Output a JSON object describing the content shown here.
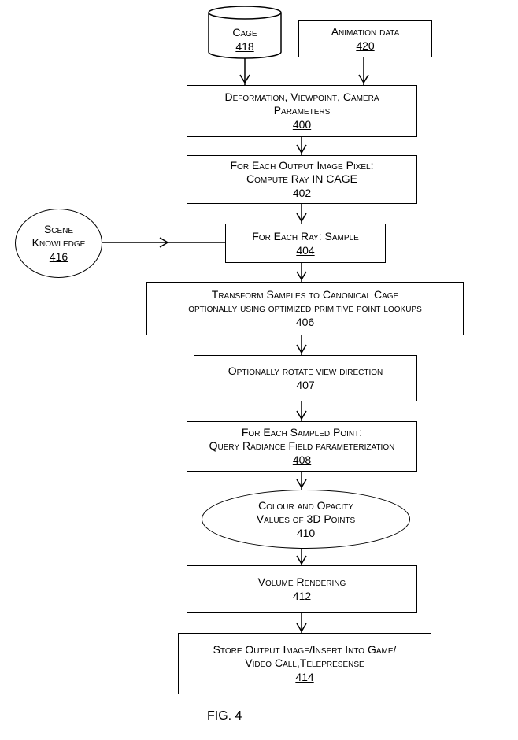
{
  "diagram": {
    "figure_label": "FIG. 4",
    "nodes": {
      "cage": {
        "line1": "Cage",
        "ref": "418"
      },
      "animation": {
        "line1": "Animation data",
        "ref": "420"
      },
      "deformation": {
        "line1": "Deformation, Viewpoint, Camera",
        "line2": "Parameters",
        "ref": "400"
      },
      "compute_ray": {
        "line1": "For Each Output Image Pixel:",
        "line2": "Compute Ray IN CAGE",
        "ref": "402"
      },
      "scene_knowledge": {
        "line1": "Scene",
        "line2": "Knowledge",
        "ref": "416"
      },
      "sample": {
        "line1": "For Each Ray: Sample",
        "ref": "404"
      },
      "transform": {
        "line1": "Transform Samples to Canonical Cage",
        "line2": "optionally using optimized primitive point lookups",
        "ref": "406"
      },
      "rotate": {
        "line1": "Optionally rotate view direction",
        "ref": "407"
      },
      "query": {
        "line1": "For Each Sampled Point:",
        "line2": "Query Radiance Field parameterization",
        "ref": "408"
      },
      "colour": {
        "line1": "Colour and Opacity",
        "line2": "Values of 3D Points",
        "ref": "410"
      },
      "volume": {
        "line1": "Volume Rendering",
        "ref": "412"
      },
      "store": {
        "line1": "Store Output Image/Insert Into Game/",
        "line2": "Video Call,Telepresense",
        "ref": "414"
      }
    }
  }
}
